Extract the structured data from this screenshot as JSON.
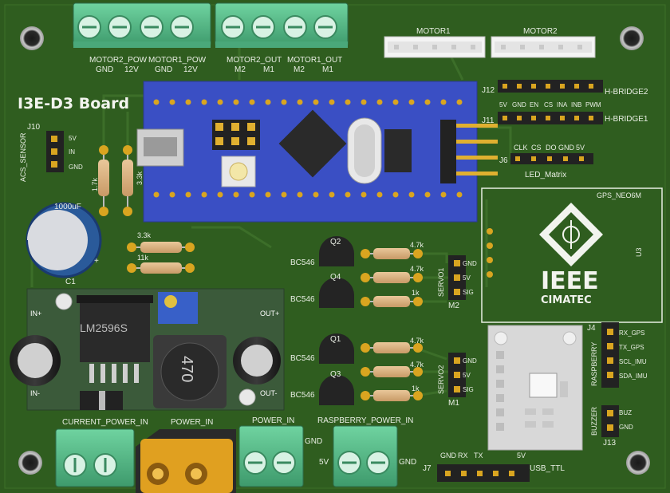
{
  "board": {
    "title": "I3E-D3 Board",
    "colors": {
      "pcb": "#2e5a1e",
      "trace": "#3a6b28",
      "silk": "#e9eee4",
      "terminal": "#5fbf8f",
      "mcu": "#3a4fc4",
      "header": "#2a2a2a",
      "pin": "#d9a520",
      "xt60": "#e0a020",
      "buck": "#3b5a3a"
    }
  },
  "terminals_top": {
    "motor2_pow": {
      "label": "MOTOR2_POW",
      "pins": [
        "GND",
        "12V"
      ]
    },
    "motor1_pow": {
      "label": "MOTOR1_POW",
      "pins": [
        "GND",
        "12V"
      ]
    },
    "motor2_out": {
      "label": "MOTOR2_OUT",
      "pins": [
        "M2",
        "M1"
      ]
    },
    "motor1_out": {
      "label": "MOTOR1_OUT",
      "pins": [
        "M2",
        "M1"
      ]
    }
  },
  "connectors": {
    "motor1": "MOTOR1",
    "motor2": "MOTOR2",
    "j12": "J12",
    "hbridge2": "H-BRIDGE2",
    "j11": "J11",
    "hbridge1": "H-BRIDGE1",
    "hbridge_pins": [
      "5V",
      "GND",
      "EN",
      "CS",
      "INA",
      "INB",
      "PWM"
    ],
    "j6": "J6",
    "led_matrix": "LED_Matrix",
    "led_pins": [
      "CLK",
      "CS",
      "DO",
      "GND",
      "5V"
    ],
    "j10": "J10",
    "acs_sensor": "ACS_SENSOR",
    "acs_pins": [
      "5V",
      "IN",
      "GND"
    ],
    "gps": "GPS_NEO6M",
    "u3": "U3",
    "j4": "J4",
    "raspberry": "RASPBERRY",
    "rpi_pins": [
      "RX_GPS",
      "TX_GPS",
      "SCL_IMU",
      "SDA_IMU"
    ],
    "buzzer": "BUZZER",
    "j13": "J13",
    "buzzer_pins": [
      "BUZ",
      "GND"
    ],
    "j7": "J7",
    "usb_ttl": "USB_TTL",
    "usb_pins": [
      "GND",
      "RX",
      "TX",
      "5V"
    ],
    "servo1": "SERVO1",
    "servo2": "SERVO2",
    "servo_pins": [
      "GND",
      "5V",
      "SIG"
    ],
    "m1": "M1",
    "m2": "M2"
  },
  "components": {
    "cap": "1000uF",
    "c1": "C1",
    "r_1k7": "1.7k",
    "r_3k3v": "3.3k",
    "r_3k3": "3.3k",
    "r_11k": "11k",
    "r_4k7": "4.7k",
    "r_1k": "1k",
    "q1": "Q1",
    "q2": "Q2",
    "q3": "Q3",
    "q4": "Q4",
    "bc546": "BC546",
    "lm2596": "LM2596S",
    "inductor": "470",
    "in_plus": "IN+",
    "in_minus": "IN-",
    "out_plus": "OUT+",
    "out_minus": "OUT-",
    "plus": "+"
  },
  "ieee": {
    "name": "IEEE",
    "sub": "CIMATEC"
  },
  "power": {
    "current_power_in": "CURRENT_POWER_IN",
    "power_in_xt60": "POWER_IN",
    "power_in": "POWER_IN",
    "raspberry_power_in": "RASPBERRY_POWER_IN",
    "gnd": "GND",
    "v5": "5V"
  }
}
